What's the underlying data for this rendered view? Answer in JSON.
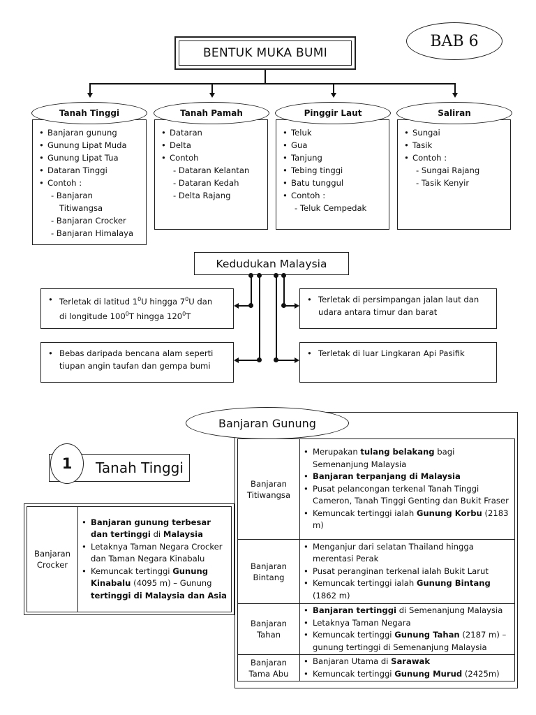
{
  "header": {
    "title": "BENTUK MUKA BUMI",
    "chapter": "BAB 6"
  },
  "categories": [
    {
      "name": "Tanah Tinggi",
      "items": [
        {
          "text": "Banjaran gunung",
          "kind": "bullet"
        },
        {
          "text": "Gunung Lipat Muda",
          "kind": "bullet"
        },
        {
          "text": "Gunung Lipat Tua",
          "kind": "bullet"
        },
        {
          "text": "Dataran Tinggi",
          "kind": "bullet"
        },
        {
          "text": "Contoh :",
          "kind": "bullet"
        },
        {
          "text": "- Banjaran",
          "kind": "sub"
        },
        {
          "text": "Titiwangsa",
          "kind": "sub2"
        },
        {
          "text": "- Banjaran Crocker",
          "kind": "sub"
        },
        {
          "text": "- Banjaran Himalaya",
          "kind": "sub"
        }
      ]
    },
    {
      "name": "Tanah Pamah",
      "items": [
        {
          "text": "Dataran",
          "kind": "bullet"
        },
        {
          "text": "Delta",
          "kind": "bullet"
        },
        {
          "text": "Contoh",
          "kind": "bullet"
        },
        {
          "text": "- Dataran Kelantan",
          "kind": "sub"
        },
        {
          "text": "- Dataran Kedah",
          "kind": "sub"
        },
        {
          "text": "- Delta Rajang",
          "kind": "sub"
        }
      ]
    },
    {
      "name": "Pinggir Laut",
      "items": [
        {
          "text": "Teluk",
          "kind": "bullet"
        },
        {
          "text": "Gua",
          "kind": "bullet"
        },
        {
          "text": "Tanjung",
          "kind": "bullet"
        },
        {
          "text": "Tebing tinggi",
          "kind": "bullet"
        },
        {
          "text": "Batu tunggul",
          "kind": "bullet"
        },
        {
          "text": "Contoh :",
          "kind": "bullet"
        },
        {
          "text": "- Teluk Cempedak",
          "kind": "sub"
        }
      ]
    },
    {
      "name": "Saliran",
      "items": [
        {
          "text": "Sungai",
          "kind": "bullet"
        },
        {
          "text": "Tasik",
          "kind": "bullet"
        },
        {
          "text": "Contoh :",
          "kind": "bullet"
        },
        {
          "text": "- Sungai Rajang",
          "kind": "sub"
        },
        {
          "text": "- Tasik Kenyir",
          "kind": "sub"
        }
      ]
    }
  ],
  "kedudukan": {
    "title": "Kedudukan Malaysia",
    "latitude_line1_parts": [
      "Terletak di latitud 1",
      "0",
      "U hingga 7",
      "0",
      "U dan"
    ],
    "latitude_line2_parts": [
      "di longitude 100",
      "0",
      "T hingga 120",
      "0",
      "T"
    ],
    "crossroad": "Terletak di persimpangan jalan laut dan udara antara timur dan barat",
    "disaster": "Bebas daripada bencana alam seperti tiupan angin taufan dan gempa bumi",
    "ring_of_fire": "Terletak di luar Lingkaran Api Pasifik"
  },
  "section1": {
    "number": "1",
    "title": "Tanah Tinggi"
  },
  "crocker": {
    "name": "Banjaran Crocker",
    "points": [
      [
        {
          "t": "Banjaran gunung terbesar dan tertinggi",
          "b": true
        },
        {
          "t": " di ",
          "b": false
        },
        {
          "t": "Malaysia",
          "b": true
        }
      ],
      [
        {
          "t": "Letaknya Taman Negara Crocker dan Taman Negara Kinabalu",
          "b": false
        }
      ],
      [
        {
          "t": "Kemuncak tertinggi ",
          "b": false
        },
        {
          "t": "Gunung Kinabalu",
          "b": true
        },
        {
          "t": " (4095 m) – Gunung ",
          "b": false
        },
        {
          "t": "tertinggi di Malaysia dan Asia",
          "b": true
        }
      ]
    ]
  },
  "banjaran_gunung": {
    "title": "Banjaran Gunung",
    "rows": [
      {
        "name": "Banjaran Titiwangsa",
        "points": [
          [
            {
              "t": "Merupakan ",
              "b": false
            },
            {
              "t": "tulang belakang",
              "b": true
            },
            {
              "t": " bagi Semenanjung Malaysia",
              "b": false
            }
          ],
          [
            {
              "t": "Banjaran terpanjang di Malaysia",
              "b": true
            }
          ],
          [
            {
              "t": "Pusat pelancongan terkenal Tanah Tinggi Cameron, Tanah Tinggi Genting dan Bukit Fraser",
              "b": false
            }
          ],
          [
            {
              "t": "Kemuncak tertinggi ialah ",
              "b": false
            },
            {
              "t": "Gunung Korbu",
              "b": true
            },
            {
              "t": " (2183 m)",
              "b": false
            }
          ]
        ]
      },
      {
        "name": "Banjaran Bintang",
        "points": [
          [
            {
              "t": "Menganjur dari selatan Thailand hingga merentasi Perak",
              "b": false
            }
          ],
          [
            {
              "t": "Pusat peranginan terkenal  ialah Bukit Larut",
              "b": false
            }
          ],
          [
            {
              "t": "Kemuncak tertinggi ialah ",
              "b": false
            },
            {
              "t": "Gunung Bintang",
              "b": true
            },
            {
              "t": " (1862 m)",
              "b": false
            }
          ]
        ]
      },
      {
        "name": "Banjaran Tahan",
        "points": [
          [
            {
              "t": "Banjaran tertinggi",
              "b": true
            },
            {
              "t": " di Semenanjung Malaysia",
              "b": false
            }
          ],
          [
            {
              "t": "Letaknya Taman Negara",
              "b": false
            }
          ],
          [
            {
              "t": "Kemuncak tertinggi ",
              "b": false
            },
            {
              "t": "Gunung Tahan",
              "b": true
            },
            {
              "t": " (2187 m) – gunung tertinggi di Semenanjung Malaysia",
              "b": false
            }
          ]
        ]
      },
      {
        "name": "Banjaran Tama Abu",
        "points": [
          [
            {
              "t": "Banjaran Utama di ",
              "b": false
            },
            {
              "t": "Sarawak",
              "b": true
            }
          ],
          [
            {
              "t": "Kemuncak tertinggi ",
              "b": false
            },
            {
              "t": "Gunung Murud",
              "b": true
            },
            {
              "t": " (2425m)",
              "b": false
            }
          ]
        ]
      }
    ]
  }
}
